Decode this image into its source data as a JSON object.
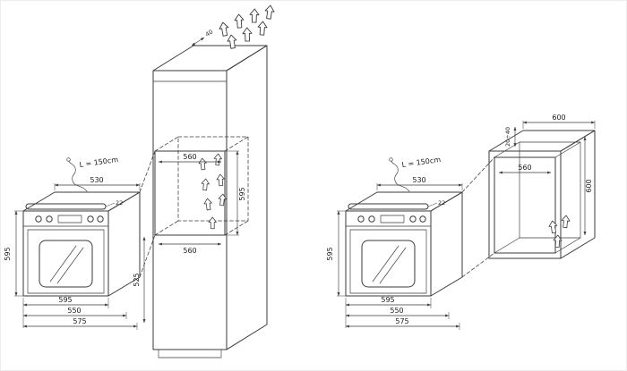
{
  "diagram": {
    "type": "installation-drawing",
    "subject": "built-in oven mounting dimensions (tall cabinet and base cabinet)",
    "colors": {
      "line": "#3a3a3a",
      "background": "#ffffff",
      "text": "#1d1d1d"
    }
  },
  "left": {
    "vent_gap_top": "40",
    "niche": {
      "width_top": "560",
      "height": "595",
      "width_bottom": "560"
    },
    "clearance_height": "525",
    "cord_length_label": "L = 150cm",
    "oven": {
      "top_width": "530",
      "handle_offset": "22",
      "height": "595",
      "width": "595",
      "depth": "550",
      "depth_overall": "575"
    }
  },
  "right": {
    "vent_gap_top": "20÷40",
    "worktop_width": "600",
    "niche": {
      "width_top": "560",
      "height": "600"
    },
    "cord_length_label": "L = 150cm",
    "oven": {
      "top_width": "530",
      "handle_offset": "22",
      "height": "595",
      "width": "595",
      "depth": "550",
      "depth_overall": "575"
    }
  }
}
